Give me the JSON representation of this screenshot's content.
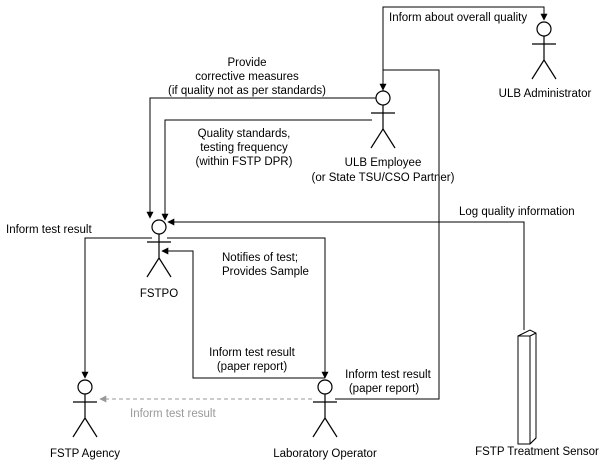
{
  "colors": {
    "line": "#000000",
    "dashed": "#999999",
    "background": "#ffffff"
  },
  "actors": {
    "ulb_admin": "ULB Administrator",
    "ulb_employee_1": "ULB Employee",
    "ulb_employee_2": "(or State TSU/CSO Partner)",
    "fstpo": "FSTPO",
    "fstp_agency": "FSTP Agency",
    "lab_operator": "Laboratory Operator",
    "sensor": "FSTP Treatment Sensor"
  },
  "flows": {
    "inform_overall_quality": "Inform about overall quality",
    "corrective_1": "Provide",
    "corrective_2": "corrective measures",
    "corrective_3": "(if quality not as per standards)",
    "standards_1": "Quality standards,",
    "standards_2": "testing frequency",
    "standards_3": "(within FSTP DPR)",
    "log_quality": "Log quality information",
    "inform_test_result_left": "Inform test result",
    "notifies_1": "Notifies of test;",
    "notifies_2": "Provides Sample",
    "paper_inner_1": "Inform test result",
    "paper_inner_2": "(paper report)",
    "paper_outer_1": "Inform test result",
    "paper_outer_2": "(paper report)",
    "dashed_result": "Inform test result"
  }
}
